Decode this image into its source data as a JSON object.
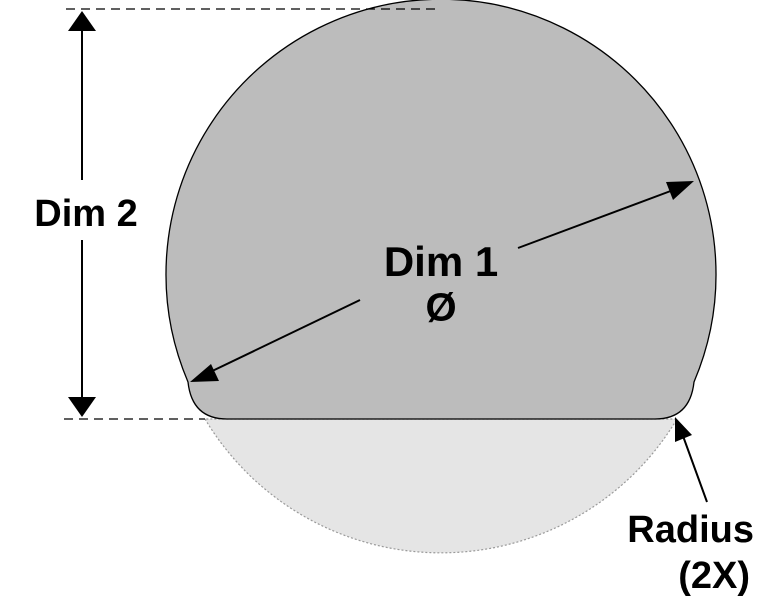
{
  "labels": {
    "dim1": "Dim 1",
    "diameter_symbol": "Ø",
    "dim2": "Dim 2",
    "radius_line1": "Radius",
    "radius_line2": "(2X)"
  },
  "colors": {
    "part_fill": "#bcbcbc",
    "cutoff_fill": "#e5e5e5",
    "outline": "#000000",
    "cutoff_outline": "#9a9a9a",
    "dim_line": "#000000",
    "background": "#ffffff"
  }
}
